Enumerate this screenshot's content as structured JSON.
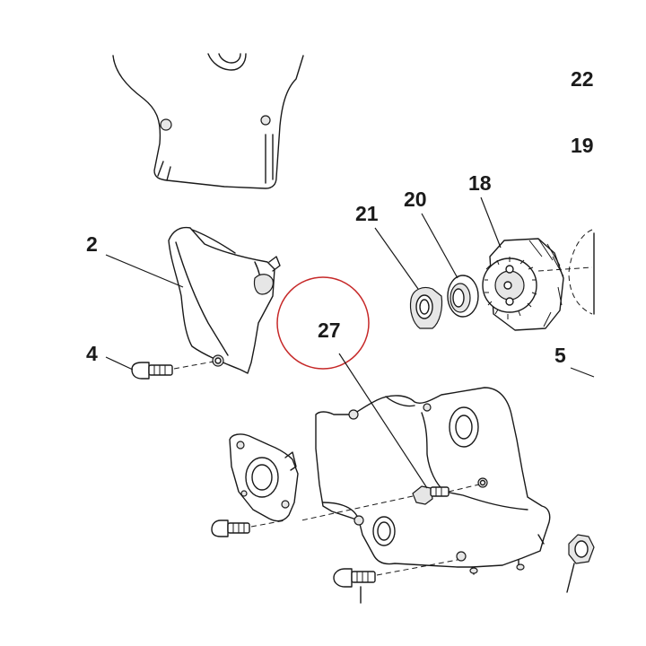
{
  "callouts": {
    "c22": "22",
    "c19": "19",
    "c18": "18",
    "c20": "20",
    "c21": "21",
    "c2": "2",
    "c4": "4",
    "c27": "27",
    "c5": "5"
  },
  "colors": {
    "line": "#1a1a1a",
    "highlight_circle": "#c62828",
    "background": "#ffffff"
  }
}
